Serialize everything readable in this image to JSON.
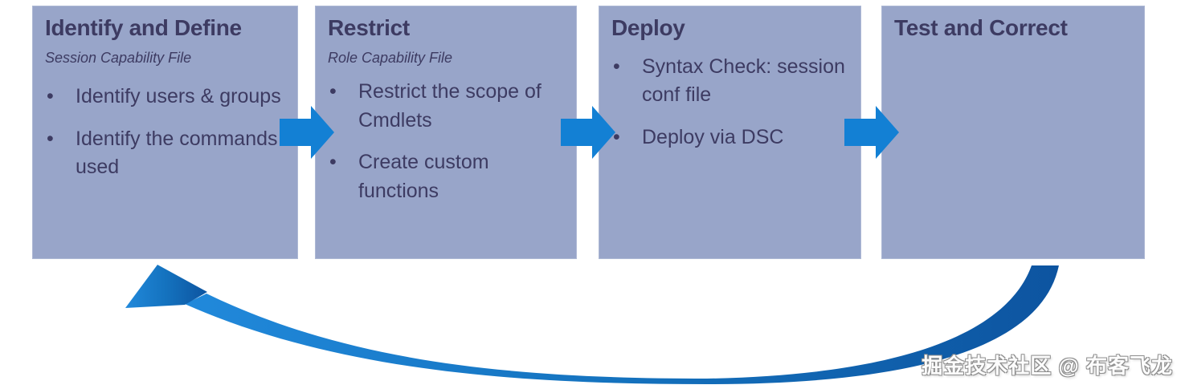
{
  "diagram": {
    "stages": [
      {
        "title": "Identify and Define",
        "subtitle": "Session Capability File",
        "bullets": [
          "Identify users & groups",
          "Identify the commands used"
        ]
      },
      {
        "title": "Restrict",
        "subtitle": "Role Capability File",
        "bullets": [
          "Restrict the scope of Cmdlets",
          "Create custom functions"
        ]
      },
      {
        "title": "Deploy",
        "subtitle": "",
        "bullets": [
          "Syntax Check: session conf file",
          "Deploy via DSC"
        ]
      },
      {
        "title": "Test and Correct",
        "subtitle": "",
        "bullets": []
      }
    ],
    "bullet_char": "•",
    "colors": {
      "box_fill": "#98A5C9",
      "box_border": "#AEB9D5",
      "title_text": "#3D3B62",
      "body_text": "#3D3B62",
      "connector_arrow": "#1380D4",
      "return_arrow_left": "#2189DB",
      "return_arrow_mid": "#1472BE",
      "return_arrow_right": "#0D54A0"
    }
  },
  "watermark": {
    "text": "掘金技术社区 @ 布客飞龙"
  }
}
